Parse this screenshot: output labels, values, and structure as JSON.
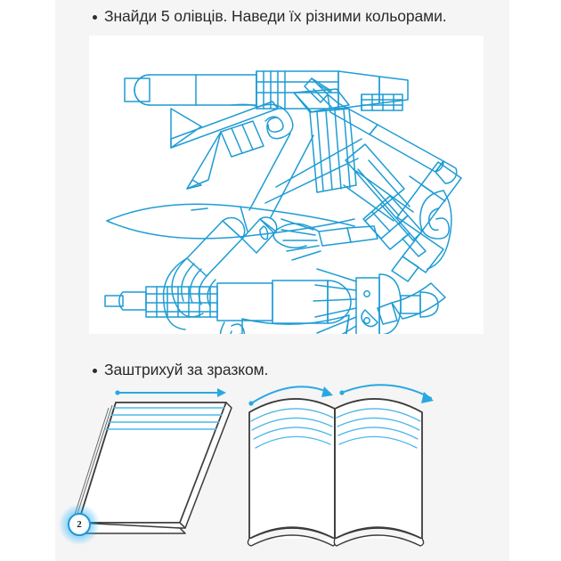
{
  "page": {
    "number": "2",
    "background_color": "#f5f5f6",
    "margin_color": "#ffffff",
    "ink_color": "#1f9cd4",
    "badge_color": "#2196d6",
    "text_color": "#2b2b2b"
  },
  "tasks": [
    {
      "id": "find-pencils",
      "bullet": "•",
      "text": "Знайди 5 олівців. Наведи їх різними кольорами.",
      "panel": {
        "name": "hidden-pencils-picture",
        "background": "#ffffff",
        "description": "Overlapping blue outline drawings of pens, pencils, markers and paint brushes",
        "items": [
          "marker",
          "fountain-pen",
          "mechanical-pencil",
          "pencil",
          "paint-brush-round",
          "paint-brush-flat",
          "highlighter",
          "ink-pen",
          "swirl-decoration"
        ]
      }
    },
    {
      "id": "hatch-by-sample",
      "bullet": "•",
      "text": "Заштрихуй за зразком.",
      "panel": {
        "name": "hatching-sample",
        "closed_book": {
          "label": "closed-book",
          "arrow": "straight-arrow-right",
          "hatch_style": "straight-lines"
        },
        "open_book": {
          "label": "open-book",
          "arrows": [
            "curved-arrow-right-left-page",
            "curved-arrow-right-right-page"
          ],
          "hatch_style": "curved-lines"
        }
      }
    }
  ]
}
